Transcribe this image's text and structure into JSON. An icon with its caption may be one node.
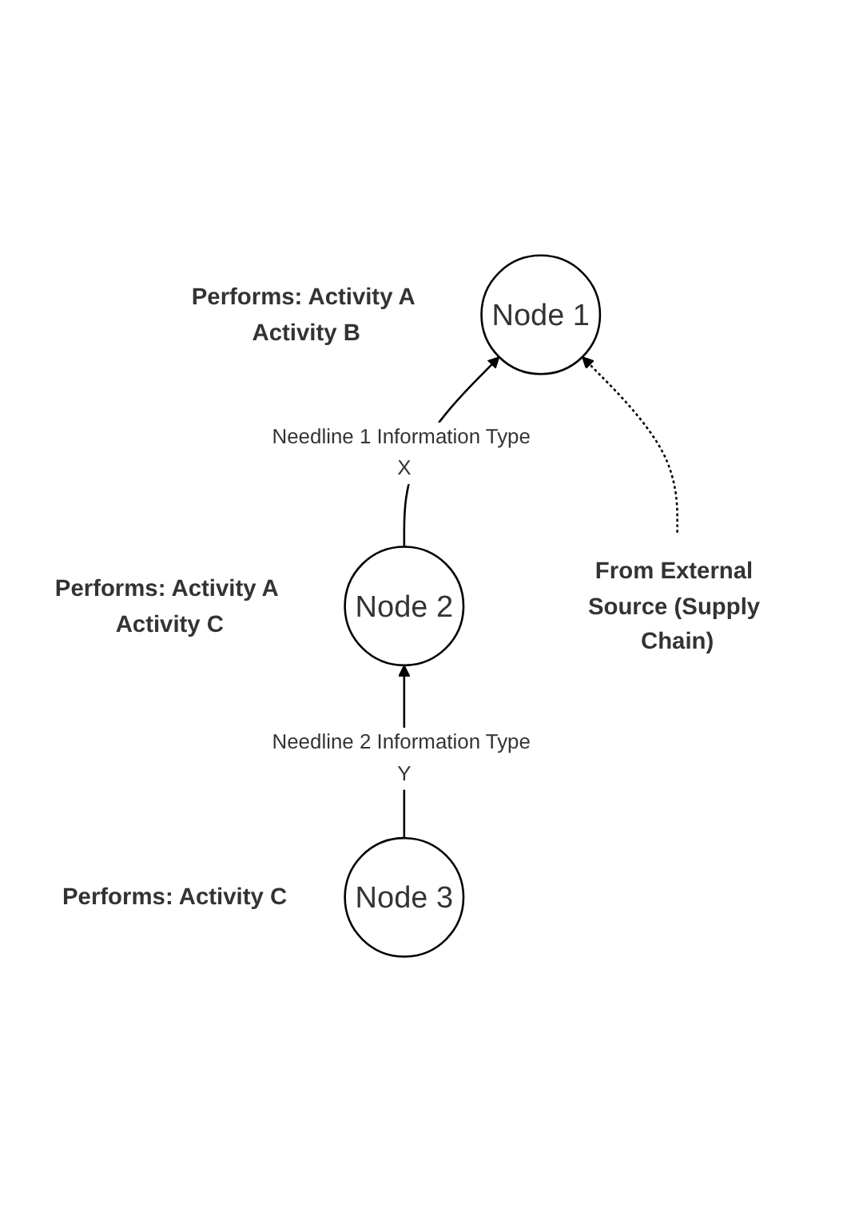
{
  "diagram": {
    "nodes": [
      {
        "text": [
          "Node 1"
        ],
        "beside": [
          "Performs: Activity A Activity B"
        ]
      },
      {
        "text": [
          "Node 2"
        ],
        "beside": [
          "Performs: Activity A Activity C"
        ]
      },
      {
        "text": [
          "From External Source (Supply Chain)"
        ]
      },
      {
        "text": [
          "Node 3"
        ],
        "beside": [
          "Performs: Activity C"
        ]
      }
    ],
    "edges": [
      {
        "from": 1,
        "to": 0,
        "arrow": "to",
        "label": "Needline 1 Information Type X"
      },
      {
        "from": 2,
        "to": 0,
        "arrow": "to",
        "style": "dashed"
      },
      {
        "from": 3,
        "to": 1,
        "arrow": "to",
        "label": "Needline 2 Information Type Y"
      }
    ]
  }
}
